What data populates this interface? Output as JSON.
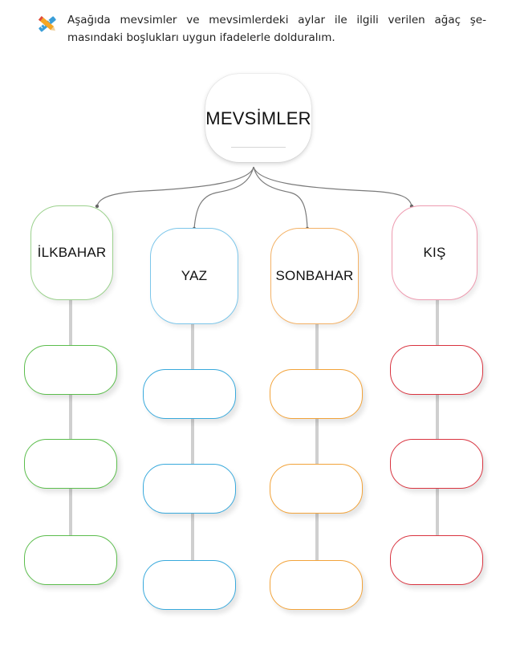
{
  "instruction": {
    "icon": "pencil-ruler-icon",
    "text": "Aşağıda mevsimler ve mevsimlerdeki aylar ile ilgili verilen ağaç şe-masındaki boşlukları uygun ifadelerle dolduralım."
  },
  "tree": {
    "root": "MEVSİMLER",
    "seasons": [
      {
        "label": "İLKBAHAR",
        "color": "#5bbd4c",
        "blank_count": 3
      },
      {
        "label": "YAZ",
        "color": "#38a9dc",
        "blank_count": 3
      },
      {
        "label": "SONBAHAR",
        "color": "#f2a33a",
        "blank_count": 3
      },
      {
        "label": "KIŞ",
        "color": "#d9333f",
        "blank_count": 3
      }
    ]
  }
}
